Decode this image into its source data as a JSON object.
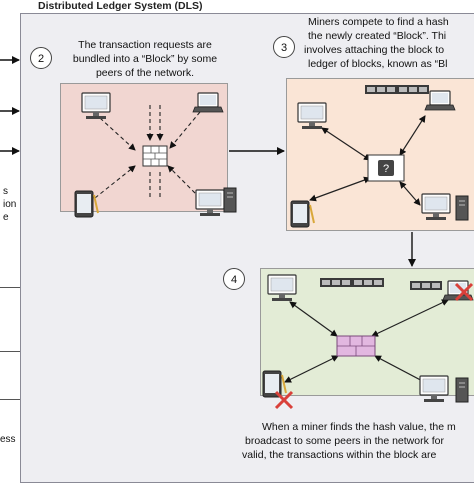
{
  "title": "Distributed Ledger System (DLS)",
  "steps": {
    "s2": "2",
    "s3": "3",
    "s4": "4"
  },
  "captions": {
    "c2": [
      "The transaction requests are",
      "bundled into a “Block” by some",
      "peers of the network."
    ],
    "c3": [
      "Miners compete to find a hash",
      "the newly created “Block”. Thi",
      "involves attaching the block to",
      "ledger of blocks, known as “Bl"
    ],
    "c4": [
      "When a miner finds the hash value, the m",
      "broadcast to some peers in the network for",
      "valid, the transactions within the block are"
    ]
  },
  "left_fragments": [
    "s",
    "ion",
    "e",
    "ess"
  ],
  "colors": {
    "panel2_fill": "#f1d6d1",
    "panel3_fill": "#fae5d6",
    "panel4_fill": "#e3ecd6",
    "block_fill": "#e2b7e0",
    "chain_fill": "#3a3a3a",
    "reject_mark": "#d9403a"
  },
  "icons": [
    "desktop-computer-icon",
    "laptop-icon",
    "tablet-icon",
    "block-icon",
    "block-chain-icon",
    "mining-block-icon",
    "reject-x-icon"
  ]
}
